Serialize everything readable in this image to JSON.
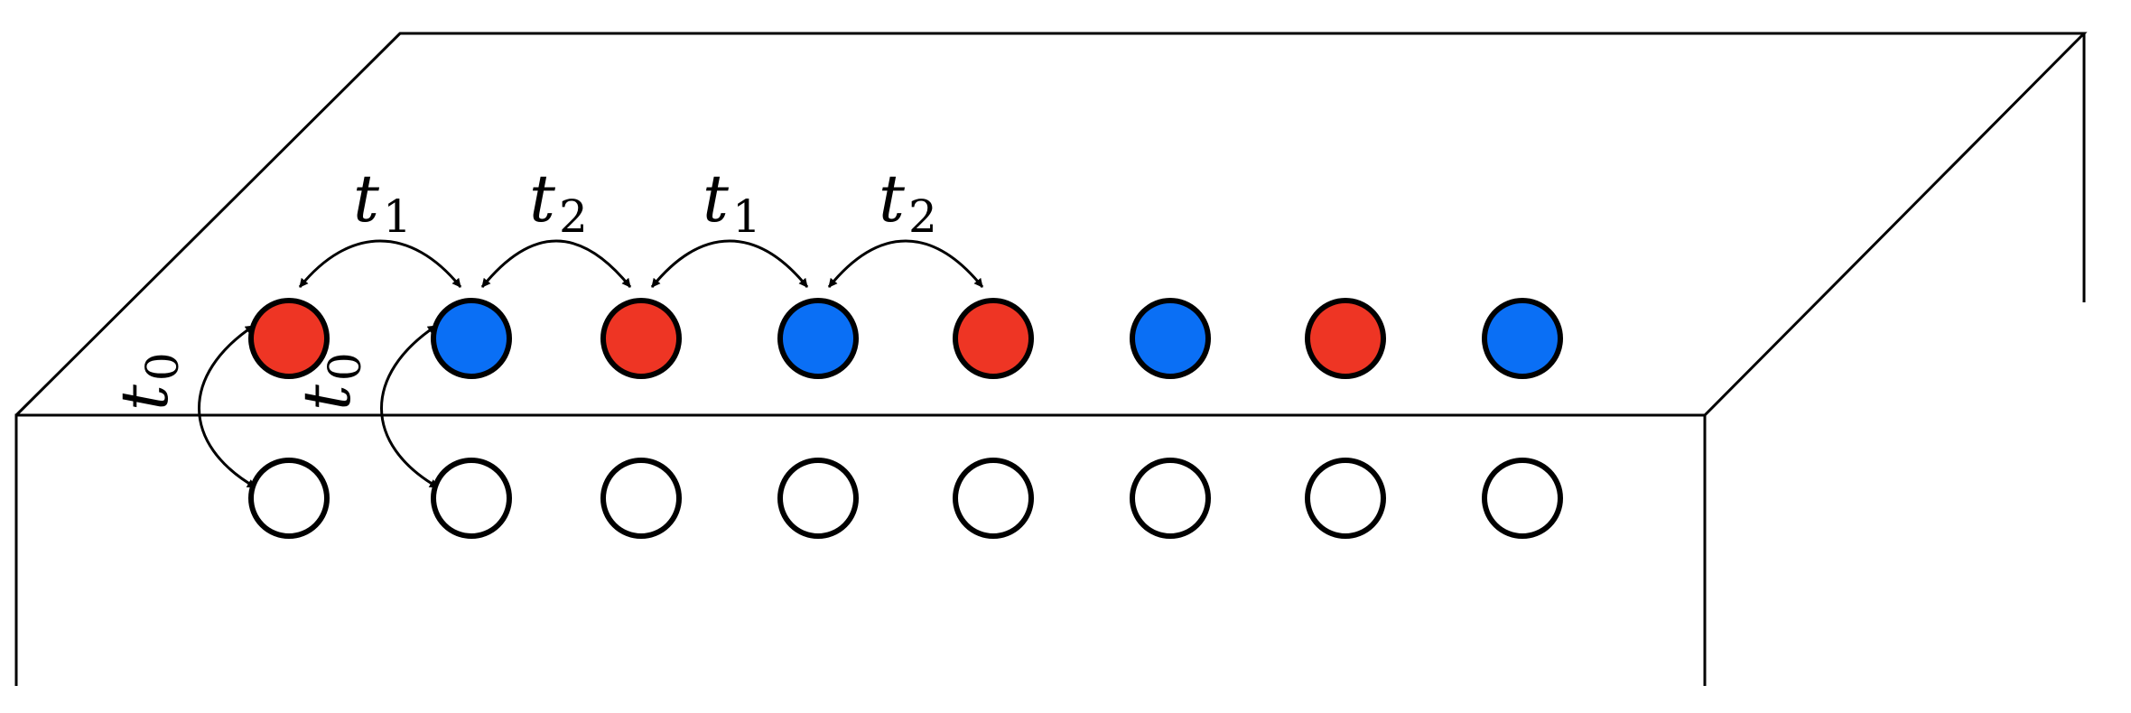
{
  "colors": {
    "red_site": "#ee3524",
    "blue_site": "#0a6ff5",
    "empty_site": "#ffffff",
    "outline": "#000000"
  },
  "top_row": [
    "red",
    "blue",
    "red",
    "blue",
    "red",
    "blue",
    "red",
    "blue"
  ],
  "bottom_row": [
    "empty",
    "empty",
    "empty",
    "empty",
    "empty",
    "empty",
    "empty",
    "empty"
  ],
  "hoppings": [
    {
      "var": "t",
      "sub": "1"
    },
    {
      "var": "t",
      "sub": "2"
    },
    {
      "var": "t",
      "sub": "1"
    },
    {
      "var": "t",
      "sub": "2"
    }
  ],
  "vertical_hoppings": [
    {
      "var": "t",
      "sub": "0"
    },
    {
      "var": "t",
      "sub": "0"
    }
  ]
}
